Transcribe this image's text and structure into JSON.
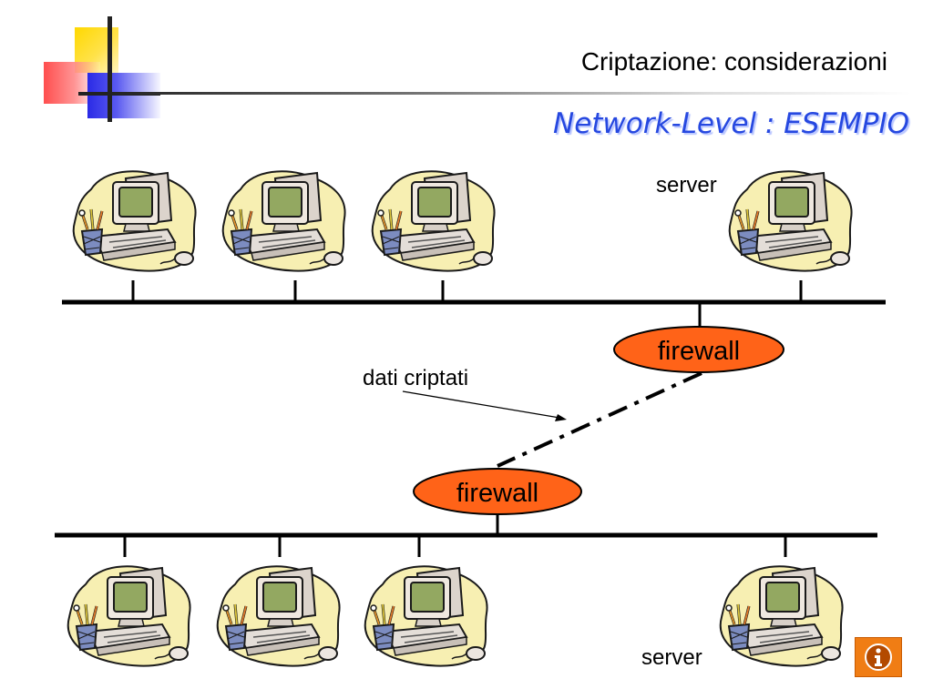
{
  "slide": {
    "title": "Criptazione: considerazioni",
    "subtitle": "Network-Level : ESEMPIO"
  },
  "diagram": {
    "server_label_top": "server",
    "server_label_bottom": "server",
    "firewall_label": "firewall",
    "encrypted_data_label": "dati criptati",
    "top_network": {
      "computers": 4,
      "server_position": "rightmost"
    },
    "bottom_network": {
      "computers": 4,
      "server_position": "rightmost"
    }
  },
  "colors": {
    "subtitle": "#2648e0",
    "firewall_fill": "#ff6318",
    "info_button": "#f07d14"
  },
  "icons": {
    "computer": "desktop-computer-clipart",
    "info": "info-icon"
  }
}
